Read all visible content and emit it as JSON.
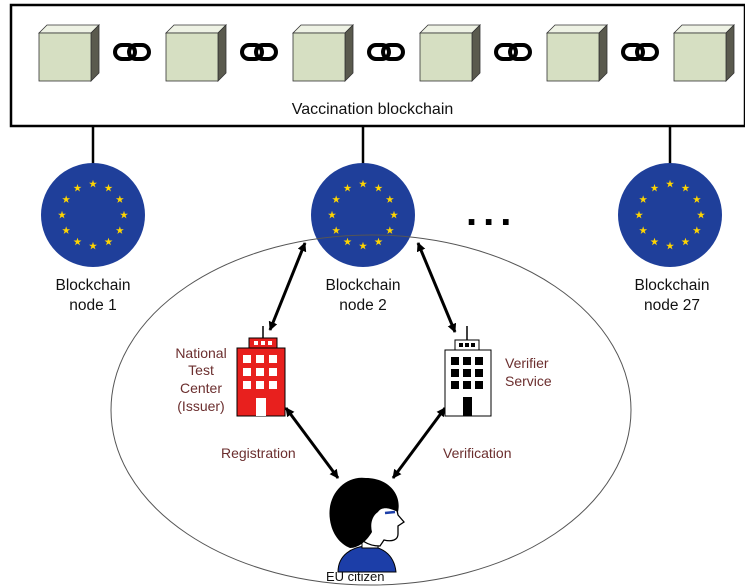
{
  "blockchain": {
    "title": "Vaccination blockchain",
    "block_count": 6,
    "link_count": 5
  },
  "nodes": [
    {
      "line1": "Blockchain",
      "line2": "node 1"
    },
    {
      "line1": "Blockchain",
      "line2": "node 2"
    },
    {
      "line1": "Blockchain",
      "line2": "node 27"
    }
  ],
  "ellipsis": "...",
  "issuer": {
    "lines": [
      "National",
      "Test",
      "Center",
      "(Issuer)"
    ],
    "color": "#e8201e"
  },
  "verifier": {
    "lines": [
      "Verifier",
      "Service"
    ]
  },
  "edges": {
    "registration": "Registration",
    "verification": "Verification"
  },
  "citizen": {
    "label": "EU citizen"
  },
  "colors": {
    "block_face": "#d6dfc2",
    "eu_blue": "#1f3f9a",
    "eu_star": "#ffd500",
    "label_brown": "#6b2e2e"
  }
}
